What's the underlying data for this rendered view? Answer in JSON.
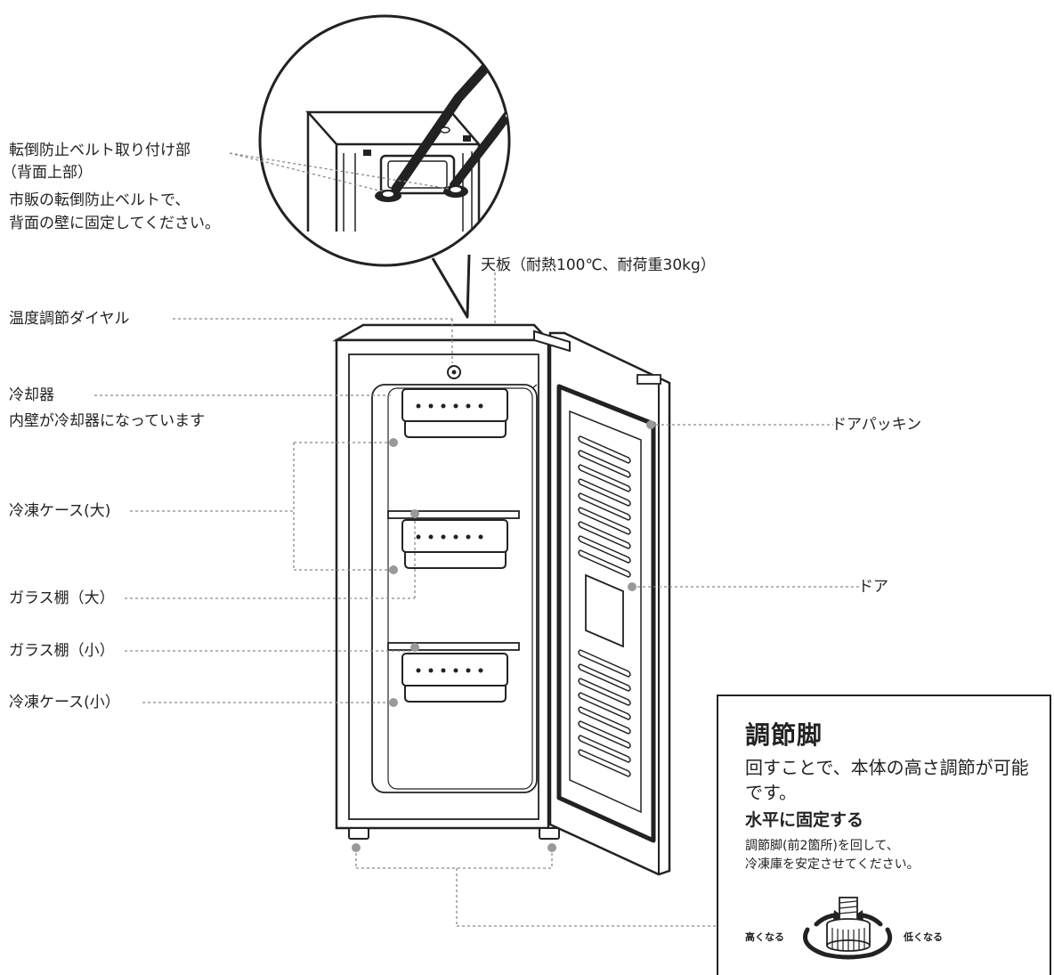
{
  "callouts": {
    "belt_mount_title": "転倒防止ベルト取り付け部",
    "belt_mount_position": "（背面上部）",
    "belt_mount_note_1": "市販の転倒防止ベルトで、",
    "belt_mount_note_2": "背面の壁に固定してください。",
    "top_plate": "天板（耐熱100℃、耐荷重30kg）",
    "temp_dial": "温度調節ダイヤル",
    "cooler": "冷却器",
    "cooler_note": "内壁が冷却器になっています",
    "freezer_case_large": "冷凍ケース(大)",
    "glass_shelf_large": "ガラス棚（大）",
    "glass_shelf_small": "ガラス棚（小）",
    "freezer_case_small": "冷凍ケース(小）",
    "door_gasket": "ドアパッキン",
    "door": "ドア"
  },
  "adjust_legs": {
    "title": "調節脚",
    "description": "回すことで、本体の高さ調節が可能です。",
    "subtitle": "水平に固定する",
    "note_1": "調節脚(前2箇所)を回して、",
    "note_2": "冷凍庫を安定させてください。",
    "higher_label": "高くなる",
    "lower_label": "低くなる"
  },
  "colors": {
    "line": "#222222",
    "leader": "#8a8a8a",
    "dot": "#999999"
  },
  "icons": {
    "foot": "adjustable-foot-icon",
    "rotate": "rotate-arrow-icon"
  }
}
